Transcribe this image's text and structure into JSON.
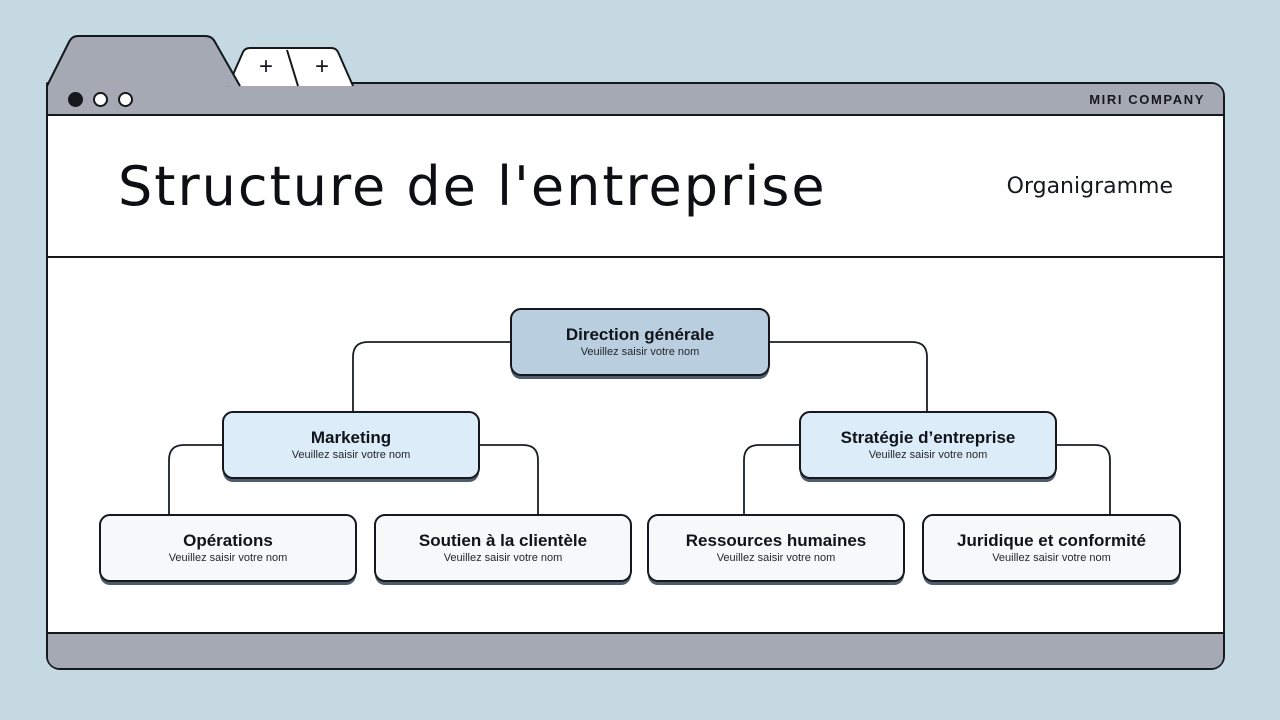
{
  "browser": {
    "brand": "MIRI COMPANY",
    "plus_tab_1": "+",
    "plus_tab_2": "+"
  },
  "header": {
    "title": "Structure de l'entreprise",
    "subtitle": "Organigramme"
  },
  "diagram": {
    "type": "org-chart",
    "nodes": [
      {
        "title": "Direction générale",
        "subtitle": "Veuillez saisir votre nom",
        "level": 1
      },
      {
        "title": "Marketing",
        "subtitle": "Veuillez saisir votre nom",
        "level": 2
      },
      {
        "title": "Stratégie d’entreprise",
        "subtitle": "Veuillez saisir votre nom",
        "level": 2
      },
      {
        "title": "Opérations",
        "subtitle": "Veuillez saisir votre nom",
        "level": 3
      },
      {
        "title": "Soutien à la clientèle",
        "subtitle": "Veuillez saisir votre nom",
        "level": 3
      },
      {
        "title": "Ressources humaines",
        "subtitle": "Veuillez saisir votre nom",
        "level": 3
      },
      {
        "title": "Juridique et conformité",
        "subtitle": "Veuillez saisir votre nom",
        "level": 3
      }
    ],
    "edges": [
      [
        "Direction générale",
        "Marketing"
      ],
      [
        "Direction générale",
        "Stratégie d’entreprise"
      ],
      [
        "Marketing",
        "Opérations"
      ],
      [
        "Marketing",
        "Soutien à la clientèle"
      ],
      [
        "Stratégie d’entreprise",
        "Ressources humaines"
      ],
      [
        "Stratégie d’entreprise",
        "Juridique et conformité"
      ]
    ]
  },
  "colors": {
    "background": "#c4d9e2",
    "chrome_gray": "#a4a9b3",
    "outline": "#15181c",
    "level1_fill": "#b9cfe0",
    "level2_fill": "#dcedf9",
    "level3_fill": "#f7f8f9",
    "node_shadow": "#4e5d6b"
  }
}
